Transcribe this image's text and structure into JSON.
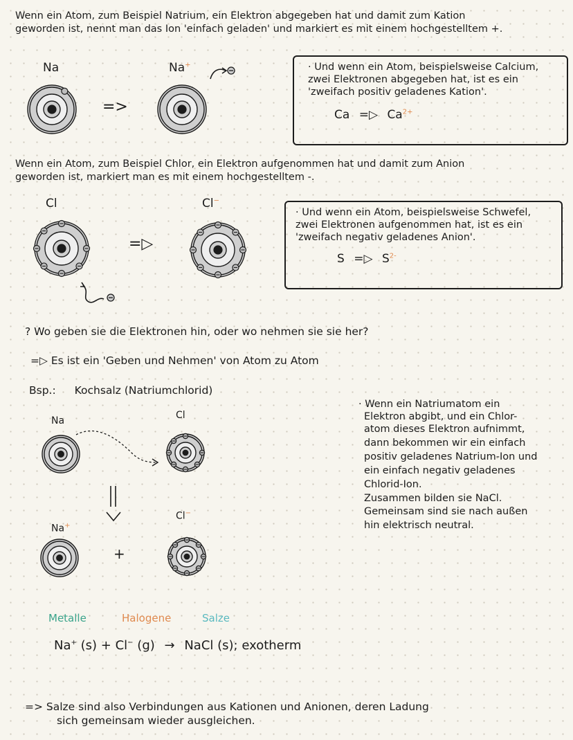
{
  "intro": {
    "line1": "Wenn ein Atom, zum Beispiel Natrium, ein Elektron abgegeben hat und damit zum Kation",
    "line2": "geworden ist, nennt man das Ion 'einfach geladen' und markiert es mit einem hochgestelltem +."
  },
  "sodium": {
    "atom": "Na",
    "ion": "Na",
    "ion_charge": "+",
    "arrow": "=>"
  },
  "calcium_box": {
    "line1": "· Und wenn ein Atom, beispielsweise Calcium,",
    "line2": "zwei Elektronen abgegeben hat, ist es ein",
    "line3": "'zweifach positiv geladenes Kation'.",
    "atom": "Ca",
    "arrow": "=▷",
    "ion": "Ca",
    "charge": "2+"
  },
  "chlorine_intro": {
    "line1": "Wenn ein Atom, zum Beispiel Chlor, ein Elektron aufgenommen hat und damit zum Anion",
    "line2": "geworden ist, markiert man es mit einem hochgestelltem -."
  },
  "chlorine": {
    "atom": "Cl",
    "ion": "Cl",
    "ion_charge": "−",
    "arrow": "=▷"
  },
  "sulfur_box": {
    "line1": "· Und wenn ein Atom, beispielsweise Schwefel,",
    "line2": "zwei Elektronen aufgenommen hat, ist es ein",
    "line3": "'zweifach negativ geladenes Anion'.",
    "atom": "S",
    "arrow": "=▷",
    "ion": "S",
    "charge": "2-"
  },
  "question": "? Wo geben sie die Elektronen hin, oder wo nehmen sie sie her?",
  "answer": "=▷ Es ist ein 'Geben und Nehmen' von Atom zu Atom",
  "example": {
    "prefix": "Bsp.:",
    "text": "Kochsalz (Natriumchlorid)"
  },
  "nacl_diagram": {
    "na_label": "Na",
    "cl_label": "Cl",
    "na_ion_label": "Na",
    "na_ion_charge": "+",
    "cl_ion_label": "Cl",
    "cl_ion_charge": "−",
    "plus": "+"
  },
  "explanation": {
    "line1": "· Wenn ein Natriumatom ein",
    "line2": "Elektron abgibt, und ein Chlor-",
    "line3": "atom dieses Elektron aufnimmt,",
    "line4": "dann bekommen wir ein einfach",
    "line5": "positiv geladenes Natrium-Ion und",
    "line6": "ein einfach negativ geladenes",
    "line7": "Chlorid-Ion.",
    "line8": "Zusammen bilden sie NaCl.",
    "line9": "Gemeinsam sind sie nach außen",
    "line10": "hin elektrisch neutral."
  },
  "legend": {
    "metals": "Metalle",
    "halogens": "Halogene",
    "salts": "Salze"
  },
  "equation": {
    "na": "Na",
    "na_charge": "+",
    "na_state": "(s) +",
    "cl": "Cl",
    "cl_charge": "−",
    "cl_state": "(g)",
    "arrow": "→",
    "product": "NaCl (s); exotherm"
  },
  "conclusion": {
    "line1": "=> Salze sind also Verbindungen aus Kationen und Anionen, deren Ladung",
    "line2": "sich gemeinsam wieder ausgleichen."
  },
  "colors": {
    "metal": "#3aa48b",
    "halogen": "#e08a4f",
    "salt": "#59b9bf"
  }
}
